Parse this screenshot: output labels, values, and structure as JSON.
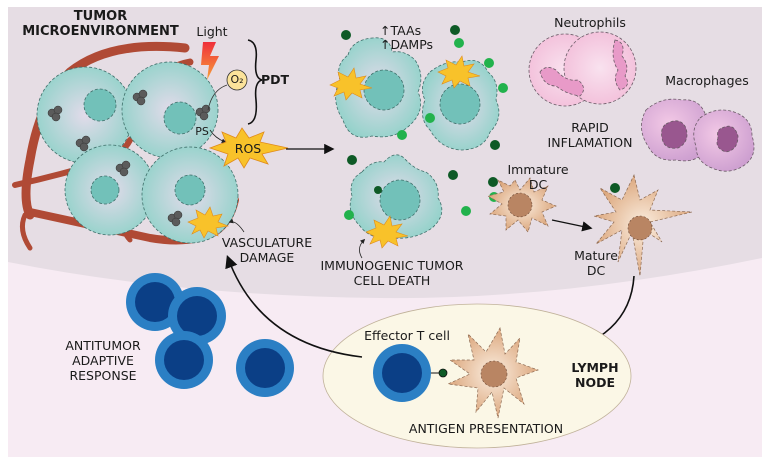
{
  "figure": {
    "regions": {
      "tumor_microenvironment": {
        "title_line1": "TUMOR",
        "title_line2": "MICROENVIRONMENT",
        "background": "#e6dde4"
      },
      "periphery": {
        "background": "#f7ebf3"
      },
      "lymph_node": {
        "title_line1": "LYMPH",
        "title_line2": "NODE",
        "background": "#fbf7e6"
      }
    },
    "pdt": {
      "light_label": "Light",
      "oxygen_label": "O₂",
      "photosensitizer_label": "PS",
      "pdt_label": "PDT",
      "ros_label": "ROS"
    },
    "markers": {
      "taas_label": "↑TAAs",
      "damps_label": "↑DAMPs",
      "taas_color": "#0e5a26",
      "damps_color": "#22b24c"
    },
    "labels": {
      "neutrophils": "Neutrophils",
      "macrophages": "Macrophages",
      "rapid_inflammation_line1": "RAPID",
      "rapid_inflammation_line2": "INFLAMATION",
      "immature_dc_line1": "Immature",
      "immature_dc_line2": "DC",
      "mature_dc_line1": "Mature",
      "mature_dc_line2": "DC",
      "vasculature_line1": "VASCULATURE",
      "vasculature_line2": "DAMAGE",
      "icd_line1": "IMMUNOGENIC TUMOR",
      "icd_line2": "CELL DEATH",
      "antitumor_line1": "ANTITUMOR",
      "antitumor_line2": "ADAPTIVE",
      "antitumor_line3": "RESPONSE",
      "effector_t_cell": "Effector T cell",
      "antigen_presentation": "ANTIGEN PRESENTATION"
    },
    "colors": {
      "tumor_cell": "#9fd6cf",
      "tumor_nucleus": "#72c1b9",
      "blood_vessel": "#b04a35",
      "ros_burst": "#f8c22a",
      "dendritic_cell": "#e2b48a",
      "dc_nucleus": "#b98563",
      "t_cell_outer": "#2b7fc4",
      "t_cell_inner": "#0b3f86",
      "neutrophil": "#f4c6df",
      "macrophage": "#d9a9d6",
      "light_bolt": "#f04a2a"
    }
  }
}
